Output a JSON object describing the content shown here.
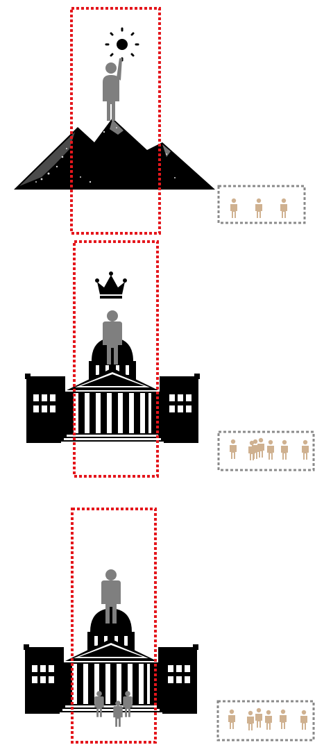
{
  "panels": [
    {
      "scene": "mountain",
      "top_icon": "sun-icon",
      "figure": "person-icon",
      "crowd_count": 3
    },
    {
      "scene": "capitol",
      "top_icon": "crown-icon",
      "figure": "person-icon",
      "crowd_count": 7
    },
    {
      "scene": "capitol",
      "top_icon": null,
      "figure": "person-icon",
      "extra_figures": 3,
      "crowd_count": 7
    }
  ],
  "colors": {
    "highlight_box": "#e4161c",
    "crowd_box": "#8a8a8a",
    "figure": "#7f7f7f",
    "crowd": "#cfb190",
    "ink": "#000000"
  }
}
